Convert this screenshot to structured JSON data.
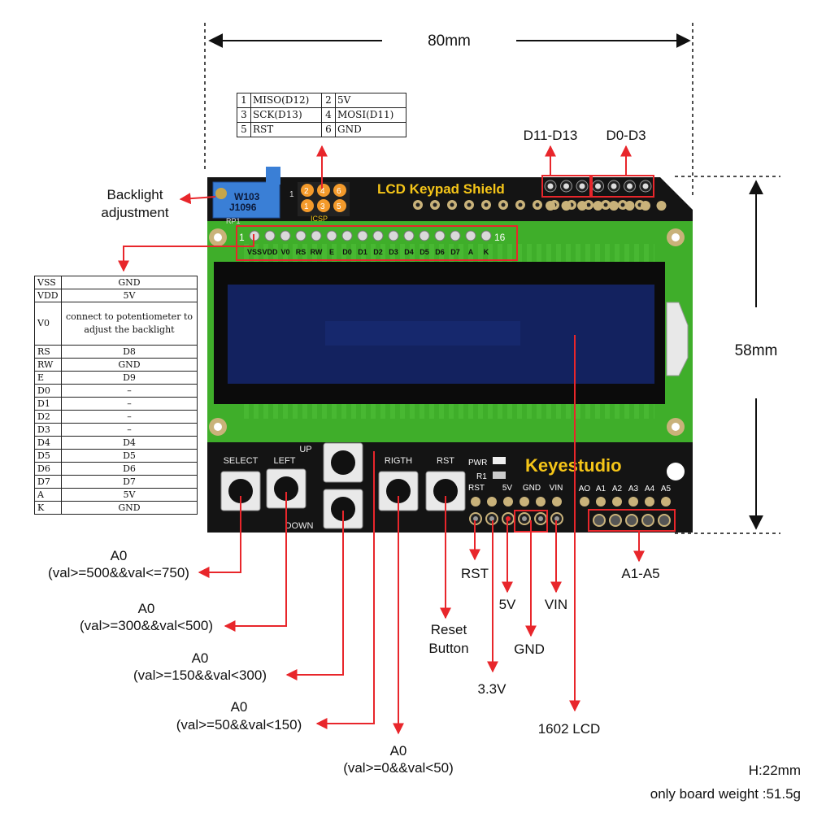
{
  "dimensions": {
    "width": "80mm",
    "height": "58mm",
    "thickness": "H:22mm",
    "weight": "only board weight :51.5g"
  },
  "board": {
    "title": "LCD Keypad Shield",
    "brand": "Keyestudio",
    "potentiometer": {
      "line1": "W103",
      "line2": "J1096",
      "label": "RP1"
    },
    "icsp_label": "ICSP",
    "icsp_pin_numbers": [
      "2",
      "4",
      "6",
      "1",
      "3",
      "5"
    ],
    "header_start": "1",
    "header_end": "16",
    "lcd_pins": [
      "VSS",
      "VDD",
      "V0",
      "RS",
      "RW",
      "E",
      "D0",
      "D1",
      "D2",
      "D3",
      "D4",
      "D5",
      "D6",
      "D7",
      "A",
      "K"
    ],
    "buttons": [
      "SELECT",
      "LEFT",
      "UP",
      "DOWN",
      "RIGTH",
      "RST"
    ],
    "pwr_label": "PWR",
    "r1_label": "R1",
    "power_pins": [
      "RST",
      "5V",
      "GND",
      "VIN"
    ],
    "analog_pins": [
      "AO",
      "A1",
      "A2",
      "A3",
      "A4",
      "A5"
    ],
    "icsp_one": "1"
  },
  "icsp_table": [
    {
      "n1": "1",
      "t1": "MISO(D12)",
      "n2": "2",
      "t2": "5V"
    },
    {
      "n1": "3",
      "t1": "SCK(D13)",
      "n2": "4",
      "t2": "MOSI(D11)"
    },
    {
      "n1": "5",
      "t1": "RST",
      "n2": "6",
      "t2": "GND"
    }
  ],
  "pin_table": [
    {
      "name": "VSS",
      "value": "GND"
    },
    {
      "name": "VDD",
      "value": "5V"
    },
    {
      "name": "V0",
      "value": "connect to potentiometer to adjust the backlight"
    },
    {
      "name": "RS",
      "value": "D8"
    },
    {
      "name": "RW",
      "value": "GND"
    },
    {
      "name": "E",
      "value": "D9"
    },
    {
      "name": "D0",
      "value": "–"
    },
    {
      "name": "D1",
      "value": "–"
    },
    {
      "name": "D2",
      "value": "–"
    },
    {
      "name": "D3",
      "value": "–"
    },
    {
      "name": "D4",
      "value": "D4"
    },
    {
      "name": "D5",
      "value": "D5"
    },
    {
      "name": "D6",
      "value": "D6"
    },
    {
      "name": "D7",
      "value": "D7"
    },
    {
      "name": "A",
      "value": "5V"
    },
    {
      "name": "K",
      "value": "GND"
    }
  ],
  "callouts": {
    "backlight_line1": "Backlight",
    "backlight_line2": "adjustment",
    "d11_d13": "D11-D13",
    "d0_d3": "D0-D3",
    "rst": "RST",
    "v5": "5V",
    "vin": "VIN",
    "gnd": "GND",
    "v33": "3.3V",
    "reset_line1": "Reset",
    "reset_line2": "Button",
    "lcd1602": "1602 LCD",
    "a1_a5": "A1-A5"
  },
  "button_values": [
    {
      "pin": "A0",
      "range": "(val>=500&&val<=750)"
    },
    {
      "pin": "A0",
      "range": "(val>=300&&val<500)"
    },
    {
      "pin": "A0",
      "range": "(val>=150&&val<300)"
    },
    {
      "pin": "A0",
      "range": "(val>=50&&val<150)"
    },
    {
      "pin": "A0",
      "range": "(val>=0&&val<50)"
    }
  ],
  "colors": {
    "pcb_green": "#3fae2a",
    "pcb_black": "#141414",
    "arrow_red": "#e8262b",
    "lcd_blue": "#13225f",
    "title_yellow": "#f5c518"
  }
}
